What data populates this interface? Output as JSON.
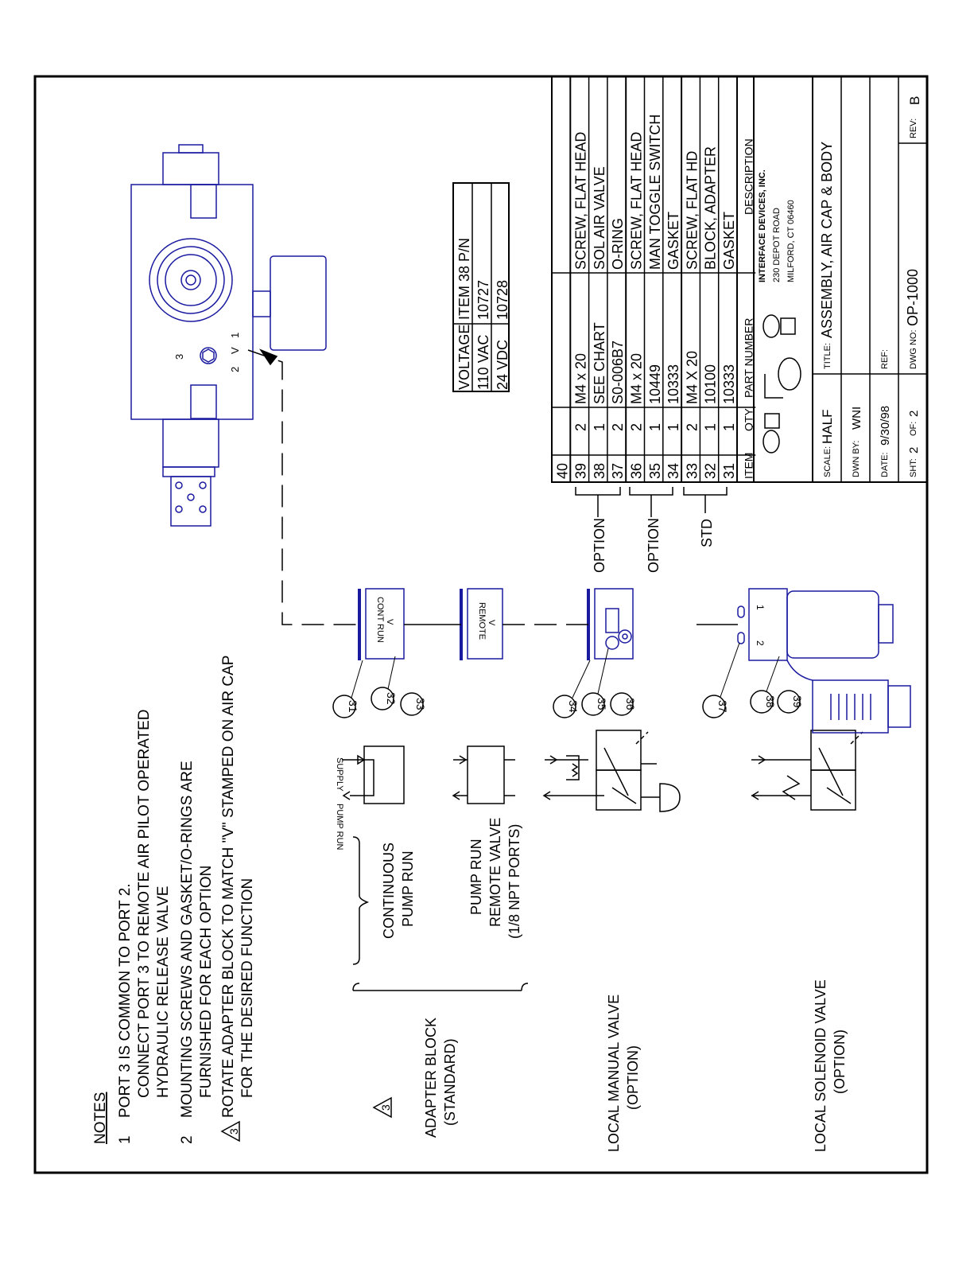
{
  "notes": {
    "title": "NOTES",
    "n1": {
      "num": "1",
      "lines": [
        "PORT 3 IS COMMON TO PORT 2.",
        "CONNECT PORT 3 TO REMOTE AIR PILOT OPERATED",
        "HYDRAULIC RELEASE VALVE"
      ]
    },
    "n2": {
      "num": "2",
      "lines": [
        "MOUNTING SCREWS AND GASKET/O-RINGS ARE",
        "FURNISHED FOR EACH OPTION"
      ]
    },
    "n3": {
      "num": "3",
      "lines": [
        "ROTATE ADAPTER BLOCK TO MATCH \"V\" STAMPED ON AIR CAP",
        "FOR THE DESIRED FUNCTION"
      ]
    }
  },
  "options": {
    "adapter": {
      "lines": [
        "ADAPTER BLOCK",
        "(STANDARD)"
      ],
      "triangle": "3"
    },
    "continuous": [
      "CONTINUOUS",
      "PUMP RUN"
    ],
    "remote": [
      "PUMP RUN",
      "REMOTE VALVE",
      "(1/8 NPT PORTS)"
    ],
    "manual": [
      "LOCAL MANUAL VALVE",
      "(OPTION)"
    ],
    "solenoid": [
      "LOCAL SOLENOID VALVE",
      "(OPTION)"
    ]
  },
  "schematic": {
    "pump_run": "PUMP RUN",
    "supply": "SUPPLY"
  },
  "blocks": {
    "cont_run": [
      "CONT RUN",
      "V"
    ],
    "remote": [
      "REMOTE",
      "V"
    ],
    "sol_ports": [
      "1",
      "2"
    ]
  },
  "ports": {
    "p3": "3",
    "p2": "2",
    "v": "V",
    "p1": "1"
  },
  "balloons": [
    "31",
    "32",
    "33",
    "34",
    "35",
    "36",
    "37",
    "38",
    "39"
  ],
  "brackets": {
    "opt1": "OPTION",
    "opt2": "OPTION",
    "std": "STD"
  },
  "voltage_table": {
    "headers": [
      "VOLTAGE",
      "ITEM 38 P/N"
    ],
    "rows": [
      [
        "110 VAC",
        "10727"
      ],
      [
        "24 VDC",
        "10728"
      ]
    ]
  },
  "parts": {
    "headers": [
      "ITEM",
      "QTY",
      "PART NUMBER",
      "DESCRIPTION"
    ],
    "rows": [
      [
        "40",
        "",
        "",
        ""
      ],
      [
        "39",
        "2",
        "M4 x 20",
        "SCREW, FLAT HEAD"
      ],
      [
        "38",
        "1",
        "SEE CHART",
        "SOL AIR VALVE"
      ],
      [
        "37",
        "2",
        "S0-006B7",
        "O-RING"
      ],
      [
        "36",
        "2",
        "M4 x 20",
        "SCREW, FLAT HEAD"
      ],
      [
        "35",
        "1",
        "10449",
        "MAN TOGGLE SWITCH"
      ],
      [
        "34",
        "1",
        "10333",
        "GASKET"
      ],
      [
        "33",
        "2",
        "M4 X 20",
        "SCREW, FLAT HD"
      ],
      [
        "32",
        "1",
        "10100",
        "BLOCK, ADAPTER"
      ],
      [
        "31",
        "1",
        "10333",
        "GASKET"
      ]
    ]
  },
  "title_block": {
    "company": [
      "INTERFACE DEVICES, INC.",
      "230 DEPOT ROAD",
      "MILFORD, CT  06460"
    ],
    "scale_label": "SCALE:",
    "scale": "HALF",
    "dwn_label": "DWN BY:",
    "dwn": "WNI",
    "date_label": "DATE:",
    "date": "9/30/98",
    "sht_label": "SHT:",
    "sht": "2",
    "of_label": "OF:",
    "of": "2",
    "title_label": "TITLE:",
    "title": "ASSEMBLY, AIR CAP & BODY",
    "ref_label": "REF:",
    "ref": "",
    "dwg_label": "DWG NO:",
    "dwg": "OP-1000",
    "rev_label": "REV:",
    "rev": "B"
  }
}
